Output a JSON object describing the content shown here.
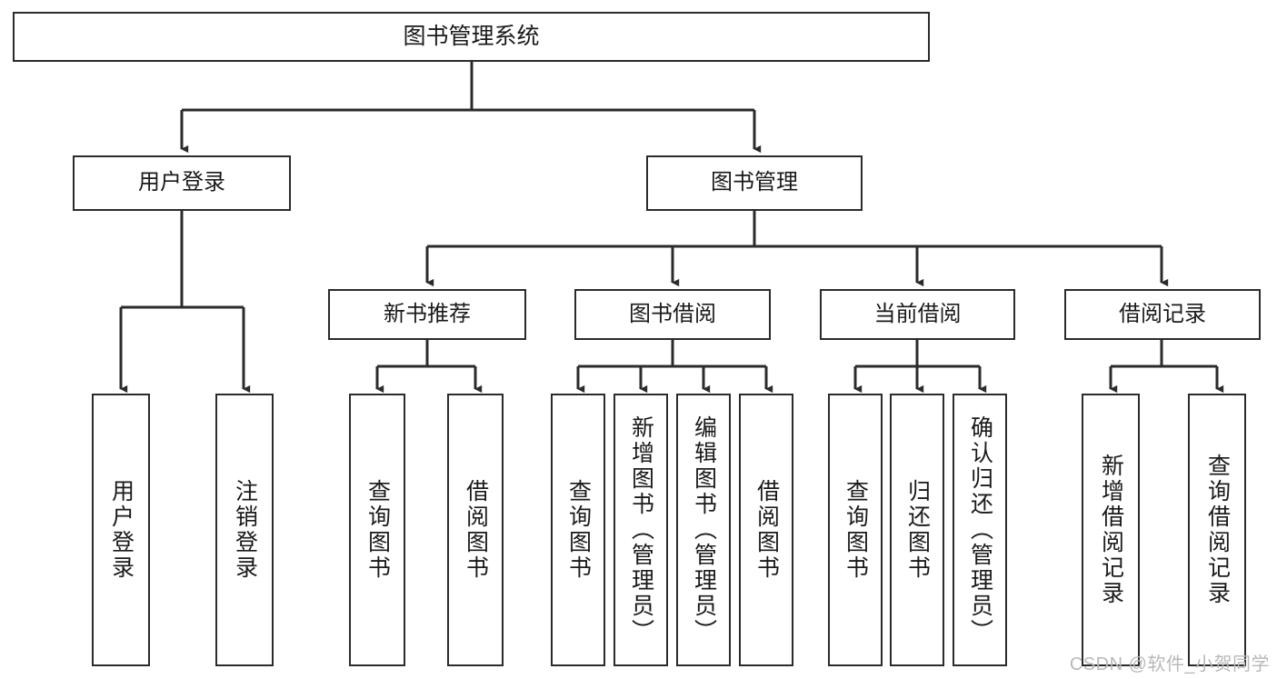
{
  "diagram": {
    "title": "图书管理系统",
    "type": "hierarchy-tree",
    "watermark": "CSDN @软件_小贺同学",
    "colors": {
      "background": "#ffffff",
      "box_border": "#2b2b2b",
      "box_fill": "#ffffff",
      "text": "#1a1a1a",
      "connector": "#2b2b2b",
      "watermark_text": "#b9b9b9"
    },
    "root": {
      "label": "图书管理系统"
    },
    "level1": [
      {
        "label": "用户登录"
      },
      {
        "label": "图书管理"
      }
    ],
    "level2": [
      {
        "label": "新书推荐"
      },
      {
        "label": "图书借阅"
      },
      {
        "label": "当前借阅"
      },
      {
        "label": "借阅记录"
      }
    ],
    "leaves": {
      "user_login": [
        {
          "label": "用户登录"
        },
        {
          "label": "注销登录"
        }
      ],
      "new_book_recommend": [
        {
          "label": "查询图书"
        },
        {
          "label": "借阅图书"
        }
      ],
      "book_borrow": [
        {
          "label": "查询图书"
        },
        {
          "label": "新增图书（管理员）"
        },
        {
          "label": "编辑图书（管理员）"
        },
        {
          "label": "借阅图书"
        }
      ],
      "current_borrow": [
        {
          "label": "查询图书"
        },
        {
          "label": "归还图书"
        },
        {
          "label": "确认归还（管理员）"
        }
      ],
      "borrow_record": [
        {
          "label": "新增借阅记录"
        },
        {
          "label": "查询借阅记录"
        }
      ]
    }
  }
}
